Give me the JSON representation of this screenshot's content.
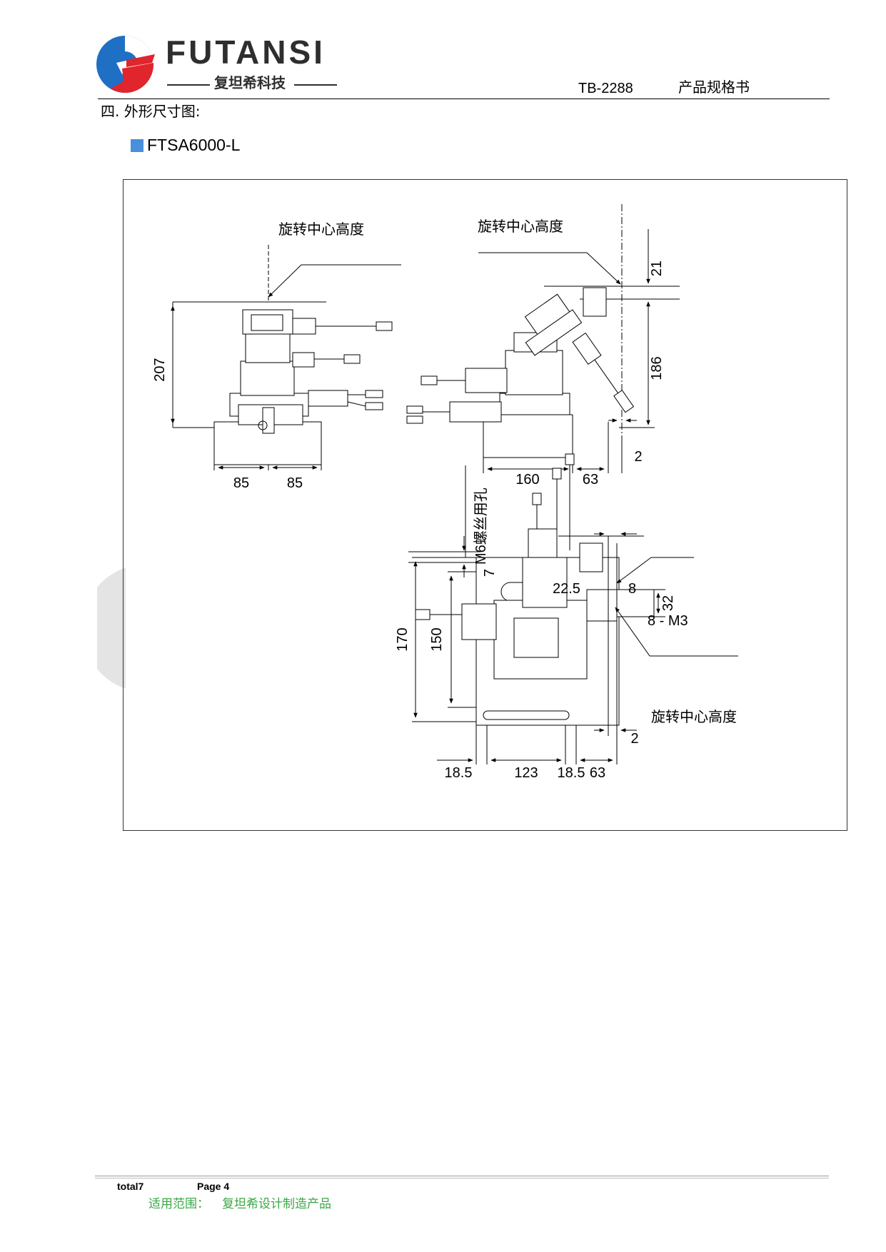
{
  "header": {
    "brand": "FUTANSI",
    "brand_cn": "复坦希科技",
    "doc_code": "TB-2288",
    "doc_type": "产品规格书"
  },
  "section": {
    "title": "四. 外形尺寸图:",
    "model": "FTSA6000-L"
  },
  "drawing": {
    "labels": {
      "rotation_center_height": "旋转中心高度",
      "m6_hole": "M6螺丝用孔",
      "m3_holes": "8 - M3"
    },
    "dims": {
      "front_height": "207",
      "front_half_left": "85",
      "front_half_right": "85",
      "side_top": "21",
      "side_height": "186",
      "side_base": "160",
      "side_offset": "63",
      "side_gap": "2",
      "top_hole": "7",
      "top_offset": "22.5",
      "top_right": "8",
      "top_h1": "170",
      "top_h2": "150",
      "top_w32": "32",
      "top_gap": "2",
      "top_w1": "18.5",
      "top_w2": "123",
      "top_w3": "18.5",
      "top_w4": "63"
    }
  },
  "footer": {
    "total": "total7",
    "page": "Page 4",
    "scope_label": "适用范围：",
    "scope_value": "复坦希设计制造产品"
  },
  "colors": {
    "brand_blue": "#1f6fc4",
    "brand_red": "#e0252c",
    "model_marker": "#4a8fd9",
    "footer_green": "#39a845"
  }
}
